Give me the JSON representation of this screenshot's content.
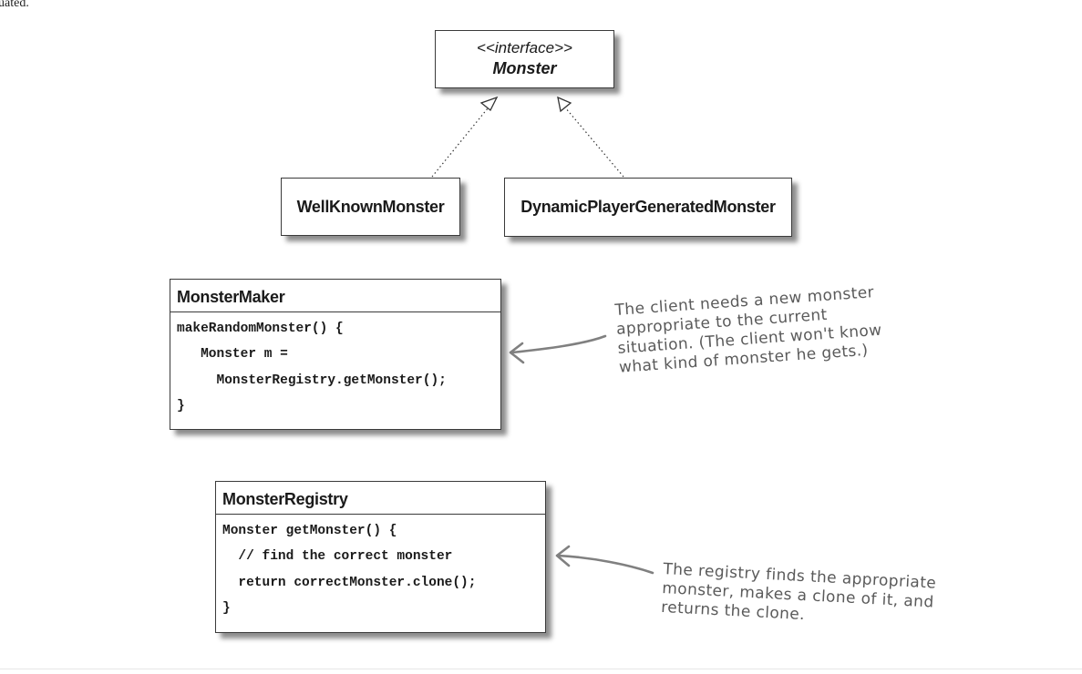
{
  "page_fragment_text": "uated.",
  "interface_box": {
    "stereotype": "<<interface>>",
    "name": "Monster"
  },
  "implementations": [
    {
      "name": "WellKnownMonster"
    },
    {
      "name": "DynamicPlayerGeneratedMonster"
    }
  ],
  "monster_maker": {
    "title": "MonsterMaker",
    "code": [
      "makeRandomMonster() {",
      "   Monster m =",
      "     MonsterRegistry.getMonster();",
      "}"
    ]
  },
  "monster_registry": {
    "title": "MonsterRegistry",
    "code": [
      "Monster getMonster() {",
      "  // find the correct monster",
      "  return correctMonster.clone();",
      "}"
    ]
  },
  "annotations": {
    "client_note": [
      "The client needs a new monster",
      "appropriate to the current",
      "situation. (The client won't know",
      "what kind of monster he gets.)"
    ],
    "registry_note": [
      "The registry finds the appropriate",
      "monster, makes a clone of it, and",
      "returns the clone."
    ]
  },
  "colors": {
    "box_border": "#3a3a3a",
    "handwritten_text": "#5a5a5a",
    "arrow": "#808080"
  }
}
